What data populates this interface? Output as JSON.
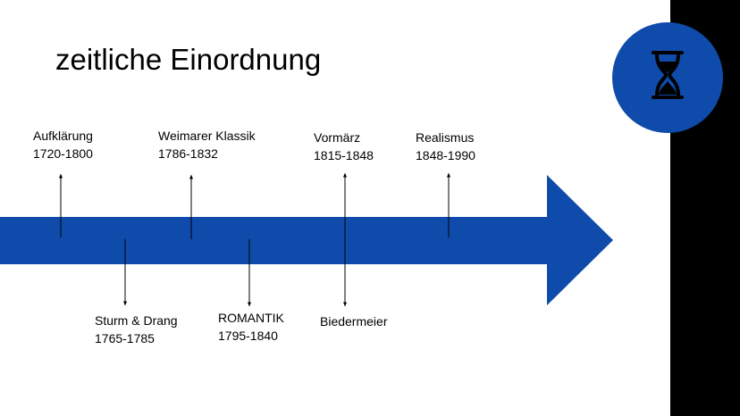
{
  "slide": {
    "title": "zeitliche Einordnung",
    "accent_color": "#0f4bab",
    "badge_icon": "hourglass-icon"
  },
  "timeline": {
    "above": [
      {
        "name": "Aufklärung",
        "years": "1720-1800"
      },
      {
        "name": "Weimarer Klassik",
        "years": "1786-1832"
      },
      {
        "name": "Vormärz",
        "years": "1815-1848"
      },
      {
        "name": "Realismus",
        "years": "1848-1990"
      }
    ],
    "below": [
      {
        "name": "Sturm & Drang",
        "years": "1765-1785"
      },
      {
        "name": "ROMANTIK",
        "years": "1795-1840"
      },
      {
        "name": "Biedermeier",
        "years": ""
      }
    ]
  }
}
